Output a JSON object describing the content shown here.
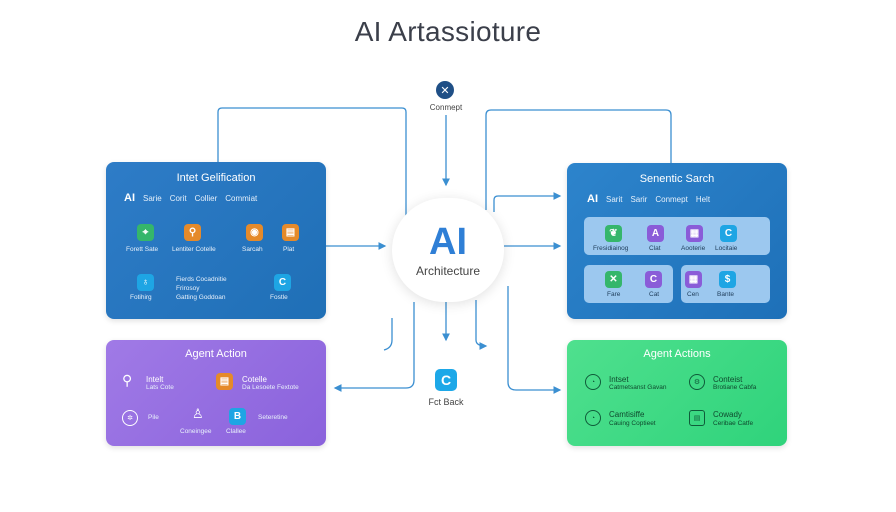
{
  "title": "AI Artassioture",
  "center": {
    "big": "AI",
    "sub": "Architecture"
  },
  "top_node": {
    "icon": "close-icon",
    "label": "Conmept"
  },
  "bottom_node": {
    "icon": "c-logo-icon",
    "glyph": "C",
    "label": "Fct Back"
  },
  "intent_panel": {
    "title": "Intet Gelification",
    "row": [
      "AI",
      "Sarie",
      "Corit",
      "Collier",
      "Commiat"
    ],
    "items": [
      {
        "icon": "pin-icon",
        "color": "#35b66b",
        "caption": "Forett Sate"
      },
      {
        "icon": "search-icon",
        "color": "#e58a2a",
        "caption": "Lentiter Cotelle"
      },
      {
        "icon": "target-icon",
        "color": "#e58a2a",
        "caption": "Sarcah"
      },
      {
        "icon": "document-icon",
        "color": "#e58a2a",
        "caption": "Plat"
      },
      {
        "icon": "drop-icon",
        "color": "#1ea5e4",
        "caption": "Fotihirg"
      },
      {
        "icon": "c-logo-icon",
        "color": "#1ea5e4",
        "caption": "Fostle"
      }
    ],
    "list": [
      "Fierds Cocadnitie",
      "Frirosoy",
      "Gatting Goddoan"
    ]
  },
  "search_panel": {
    "title": "Senentic Sarch",
    "row": [
      "AI",
      "Sarit",
      "Sarir",
      "Conmept",
      "Helt"
    ],
    "items": [
      {
        "icon": "leaf-icon",
        "color": "#35b66b",
        "caption": "Fresidiainog"
      },
      {
        "icon": "a-letter-icon",
        "color": "#8a5cd8",
        "caption": "Clat"
      },
      {
        "icon": "grid-icon",
        "color": "#8a5cd8",
        "caption": "Aooterie"
      },
      {
        "icon": "c-logo-icon",
        "color": "#1ea5e4",
        "caption": "Locitaie"
      },
      {
        "icon": "x-icon",
        "color": "#35b66b",
        "caption": "Fare"
      },
      {
        "icon": "c-logo-icon",
        "color": "#8a5cd8",
        "caption": "Cat"
      },
      {
        "icon": "grid-icon",
        "color": "#8a5cd8",
        "caption": "Cen"
      },
      {
        "icon": "dollar-icon",
        "color": "#1ea5e4",
        "caption": "Bante"
      }
    ]
  },
  "agent_panel": {
    "title": "Agent Action",
    "items": [
      {
        "icon": "search-icon",
        "title": "Intelt",
        "caption": "Lats Cote"
      },
      {
        "icon": "document-icon",
        "title": "Cotelle",
        "caption": "Da Lesoete Fextote"
      },
      {
        "icon": "network-icon",
        "title": "",
        "caption": "Pile"
      },
      {
        "icon": "person-icon",
        "title": "",
        "caption": "Coneingee"
      },
      {
        "icon": "c-logo-icon",
        "title": "",
        "caption": "Clallee"
      },
      {
        "icon": "",
        "title": "",
        "caption": "Seteretine"
      }
    ]
  },
  "agents_panel": {
    "title": "Agent Actions",
    "items": [
      {
        "icon": "chat-icon",
        "title": "Intset",
        "caption": "Catmetsanst Gavan"
      },
      {
        "icon": "gear-icon",
        "title": "Conteist",
        "caption": "Brotiane Cabfa"
      },
      {
        "icon": "chat-icon",
        "title": "Camtisiffe",
        "caption": "Cauing Coptieet"
      },
      {
        "icon": "document-icon",
        "title": "Cowady",
        "caption": "Ceribae Catfe"
      }
    ]
  },
  "colors": {
    "accent": "#2f7fd6",
    "wire": "#3b8fd1"
  }
}
